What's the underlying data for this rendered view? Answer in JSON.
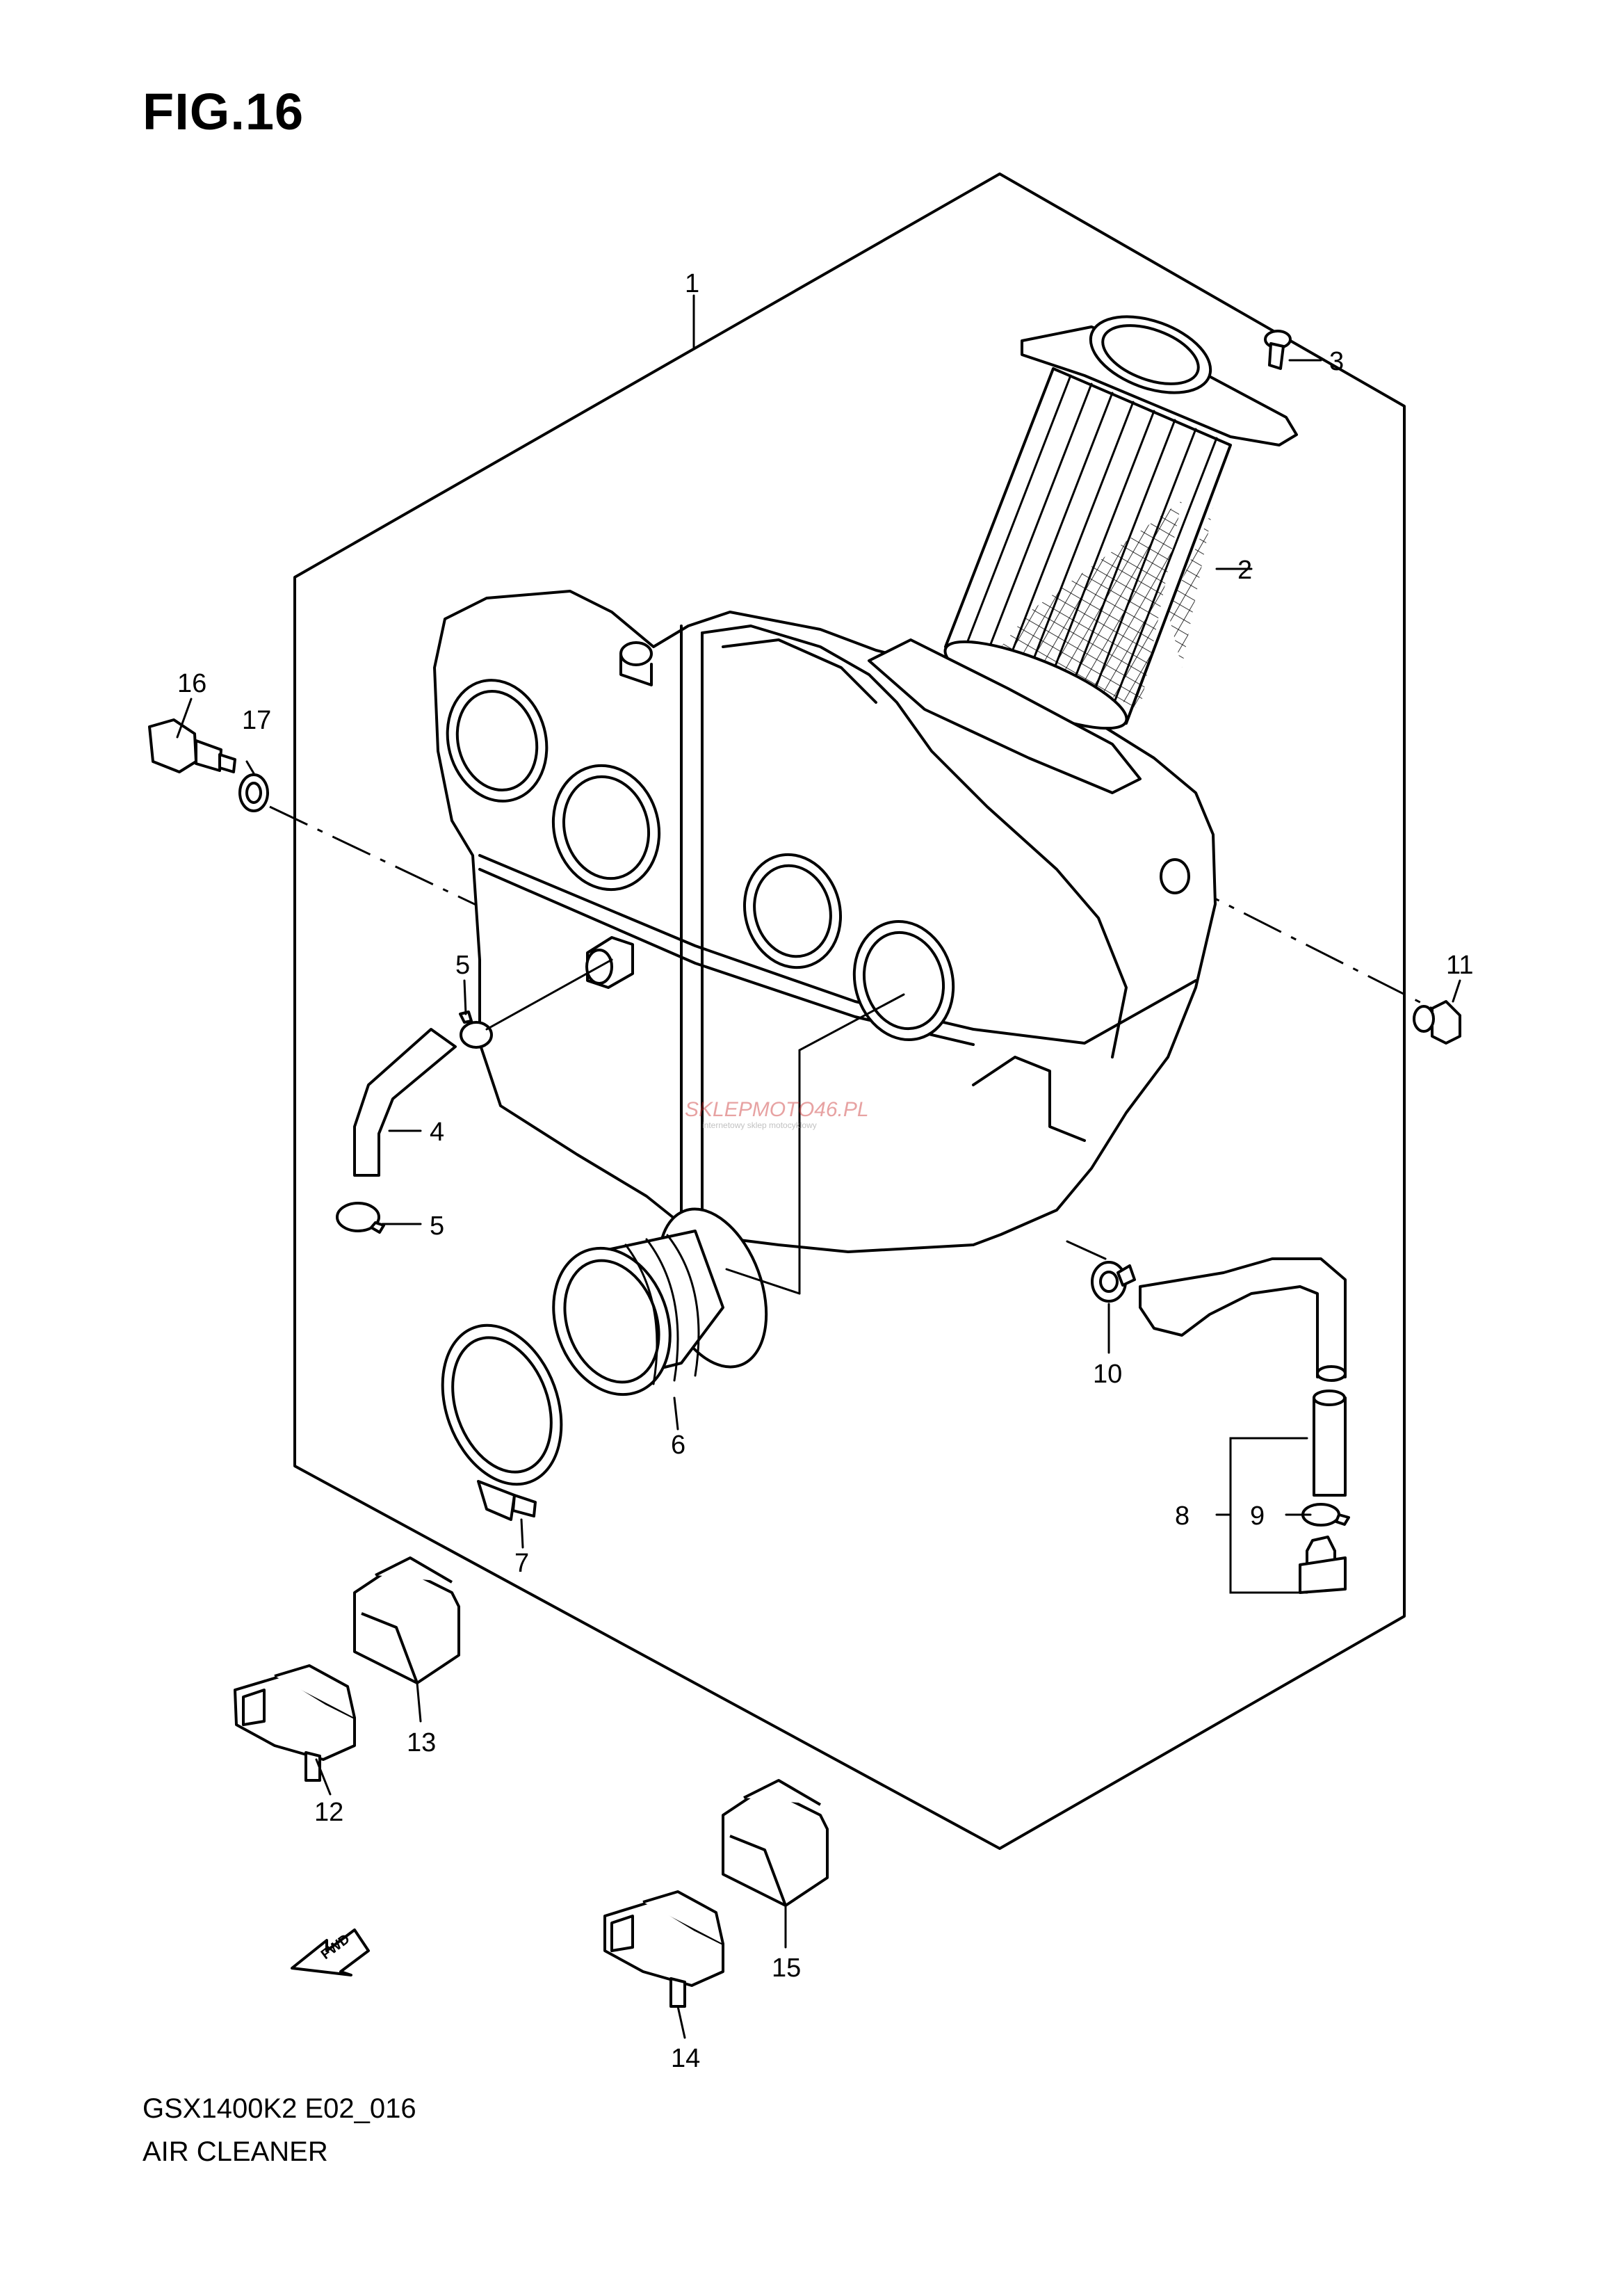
{
  "figure": {
    "title": "FIG.16",
    "code": "GSX1400K2 E02_016",
    "name": "AIR CLEANER"
  },
  "callouts": [
    "1",
    "2",
    "3",
    "4",
    "5",
    "5",
    "6",
    "7",
    "8",
    "9",
    "10",
    "11",
    "12",
    "13",
    "14",
    "15",
    "16",
    "17"
  ],
  "watermark": {
    "text": "SKLEPMOTO46.PL",
    "subtext": "internetowy sklep motocyklowy"
  },
  "fwd_label": "FWD"
}
